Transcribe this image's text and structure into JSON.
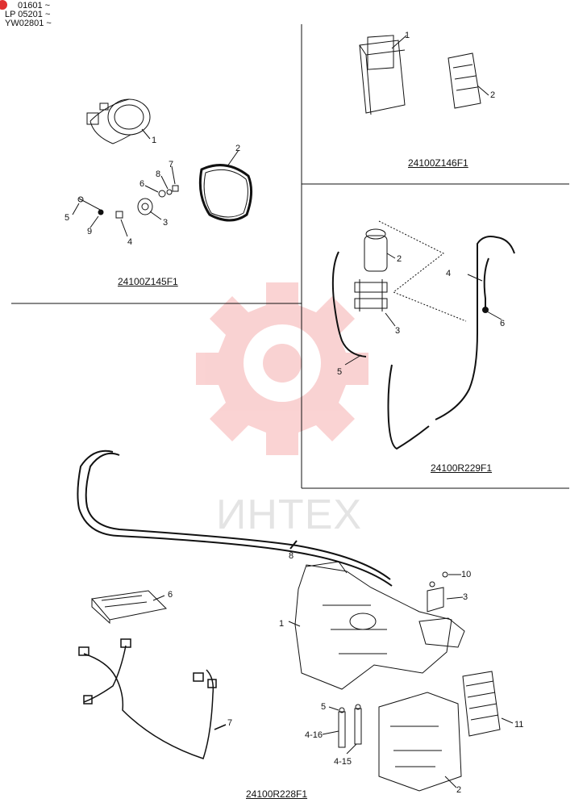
{
  "header": {
    "serials": [
      "01601 ~",
      "LP 05201 ~",
      "YW02801 ~"
    ]
  },
  "watermark": {
    "text": "ИНТЕХ",
    "color": "#f08080"
  },
  "sections": {
    "compressor": {
      "caption": "24100Z145F1",
      "callouts": [
        "1",
        "2",
        "3",
        "4",
        "5",
        "6",
        "7",
        "8",
        "9"
      ]
    },
    "controller": {
      "caption": "24100Z146F1",
      "callouts": [
        "1",
        "2"
      ]
    },
    "piping": {
      "caption": "24100R229F1",
      "callouts": [
        "2",
        "3",
        "4",
        "5",
        "6"
      ]
    },
    "heater_unit": {
      "caption": "24100R228F1",
      "callouts": [
        "1",
        "2",
        "3",
        "4-15",
        "4-16",
        "5",
        "6",
        "7",
        "8",
        "10",
        "11"
      ]
    }
  }
}
